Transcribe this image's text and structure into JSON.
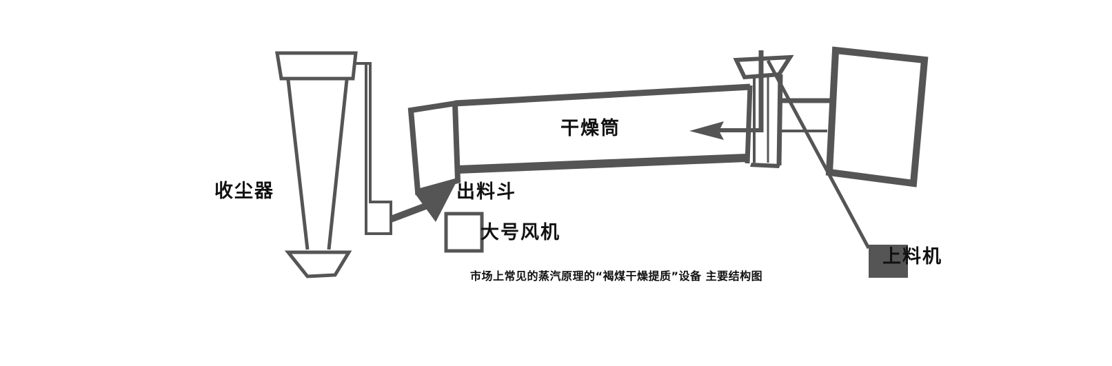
{
  "colors": {
    "stroke": "#555555",
    "fill": "#555555",
    "background": "#ffffff",
    "text": "#111111"
  },
  "labels": {
    "dust_collector": "收尘器",
    "drying_drum": "干燥筒",
    "discharge_hopper": "出料斗",
    "large_fan": "大号风机",
    "feeder": "上料机",
    "caption": "市场上常见的蒸汽原理的“褐煤干燥提质”设备  主要结构图"
  }
}
